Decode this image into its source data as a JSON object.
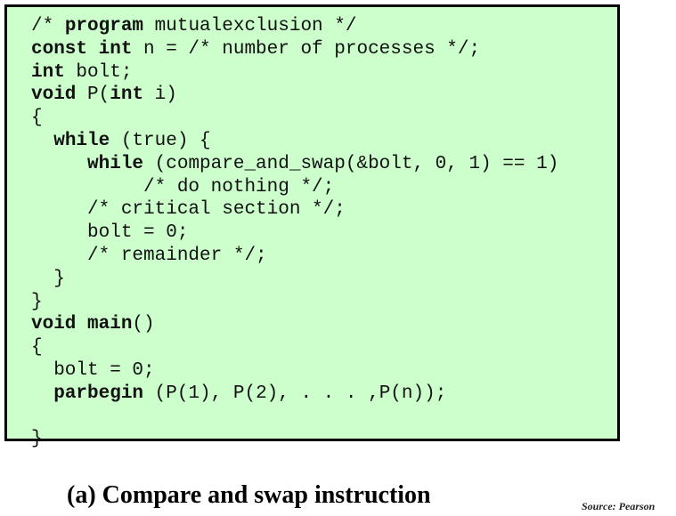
{
  "code_lines": [
    [
      {
        "t": "/* ",
        "kw": false
      },
      {
        "t": "program",
        "kw": true
      },
      {
        "t": " mutualexclusion */",
        "kw": false
      }
    ],
    [
      {
        "t": "const int",
        "kw": true
      },
      {
        "t": " n = /* number of processes */;",
        "kw": false
      }
    ],
    [
      {
        "t": "int",
        "kw": true
      },
      {
        "t": " bolt;",
        "kw": false
      }
    ],
    [
      {
        "t": "void",
        "kw": true
      },
      {
        "t": " P(",
        "kw": false
      },
      {
        "t": "int",
        "kw": true
      },
      {
        "t": " i)",
        "kw": false
      }
    ],
    [
      {
        "t": "{",
        "kw": false
      }
    ],
    [
      {
        "t": "  ",
        "kw": false
      },
      {
        "t": "while",
        "kw": true
      },
      {
        "t": " (true) {",
        "kw": false
      }
    ],
    [
      {
        "t": "     ",
        "kw": false
      },
      {
        "t": "while",
        "kw": true
      },
      {
        "t": " (compare_and_swap(&bolt, 0, 1) == 1)",
        "kw": false
      }
    ],
    [
      {
        "t": "          /* do nothing */;",
        "kw": false
      }
    ],
    [
      {
        "t": "     /* critical section */;",
        "kw": false
      }
    ],
    [
      {
        "t": "     bolt = 0;",
        "kw": false
      }
    ],
    [
      {
        "t": "     /* remainder */;",
        "kw": false
      }
    ],
    [
      {
        "t": "  }",
        "kw": false
      }
    ],
    [
      {
        "t": "}",
        "kw": false
      }
    ],
    [
      {
        "t": "void main",
        "kw": true
      },
      {
        "t": "()",
        "kw": false
      }
    ],
    [
      {
        "t": "{",
        "kw": false
      }
    ],
    [
      {
        "t": "  bolt = 0;",
        "kw": false
      }
    ],
    [
      {
        "t": "  ",
        "kw": false
      },
      {
        "t": "parbegin",
        "kw": true
      },
      {
        "t": " (P(1), P(2), . . . ,P(n));",
        "kw": false
      }
    ],
    [
      {
        "t": "",
        "kw": false
      }
    ],
    [
      {
        "t": "}",
        "kw": false
      }
    ]
  ],
  "caption": "(a) Compare and swap instruction",
  "source": "Source: Pearson",
  "colors": {
    "code_background": "#ccffcc",
    "border": "#000000"
  }
}
